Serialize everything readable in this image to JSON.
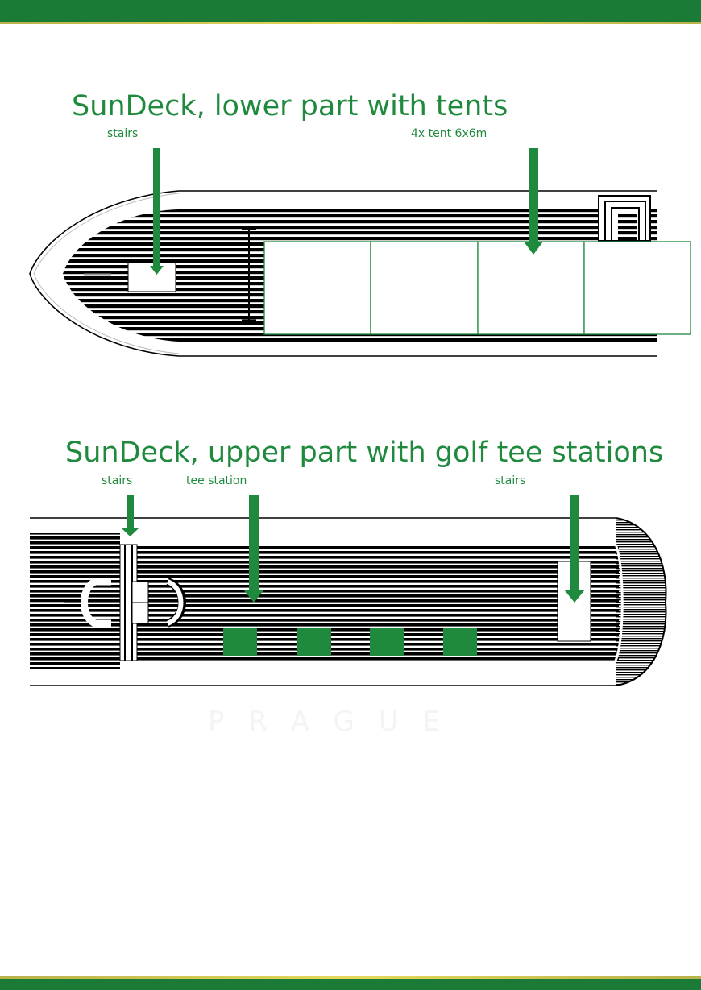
{
  "colors": {
    "brand_green": "#1a7a36",
    "gold_line": "#e6d95a",
    "deck_black": "#000000",
    "tee_green": "#1f8a3d"
  },
  "watermark": {
    "text": "PRAGUE",
    "icon": "crest-watermark-icon"
  },
  "lower_deck": {
    "title": "SunDeck, lower part with tents",
    "labels": {
      "stairs": "stairs",
      "tents": "4x tent 6x6m"
    },
    "tent_count": 4
  },
  "upper_deck": {
    "title": "SunDeck, upper part with golf tee stations",
    "labels": {
      "stairs_left": "stairs",
      "tee_station": "tee station",
      "stairs_right": "stairs"
    },
    "tee_station_count": 4
  }
}
